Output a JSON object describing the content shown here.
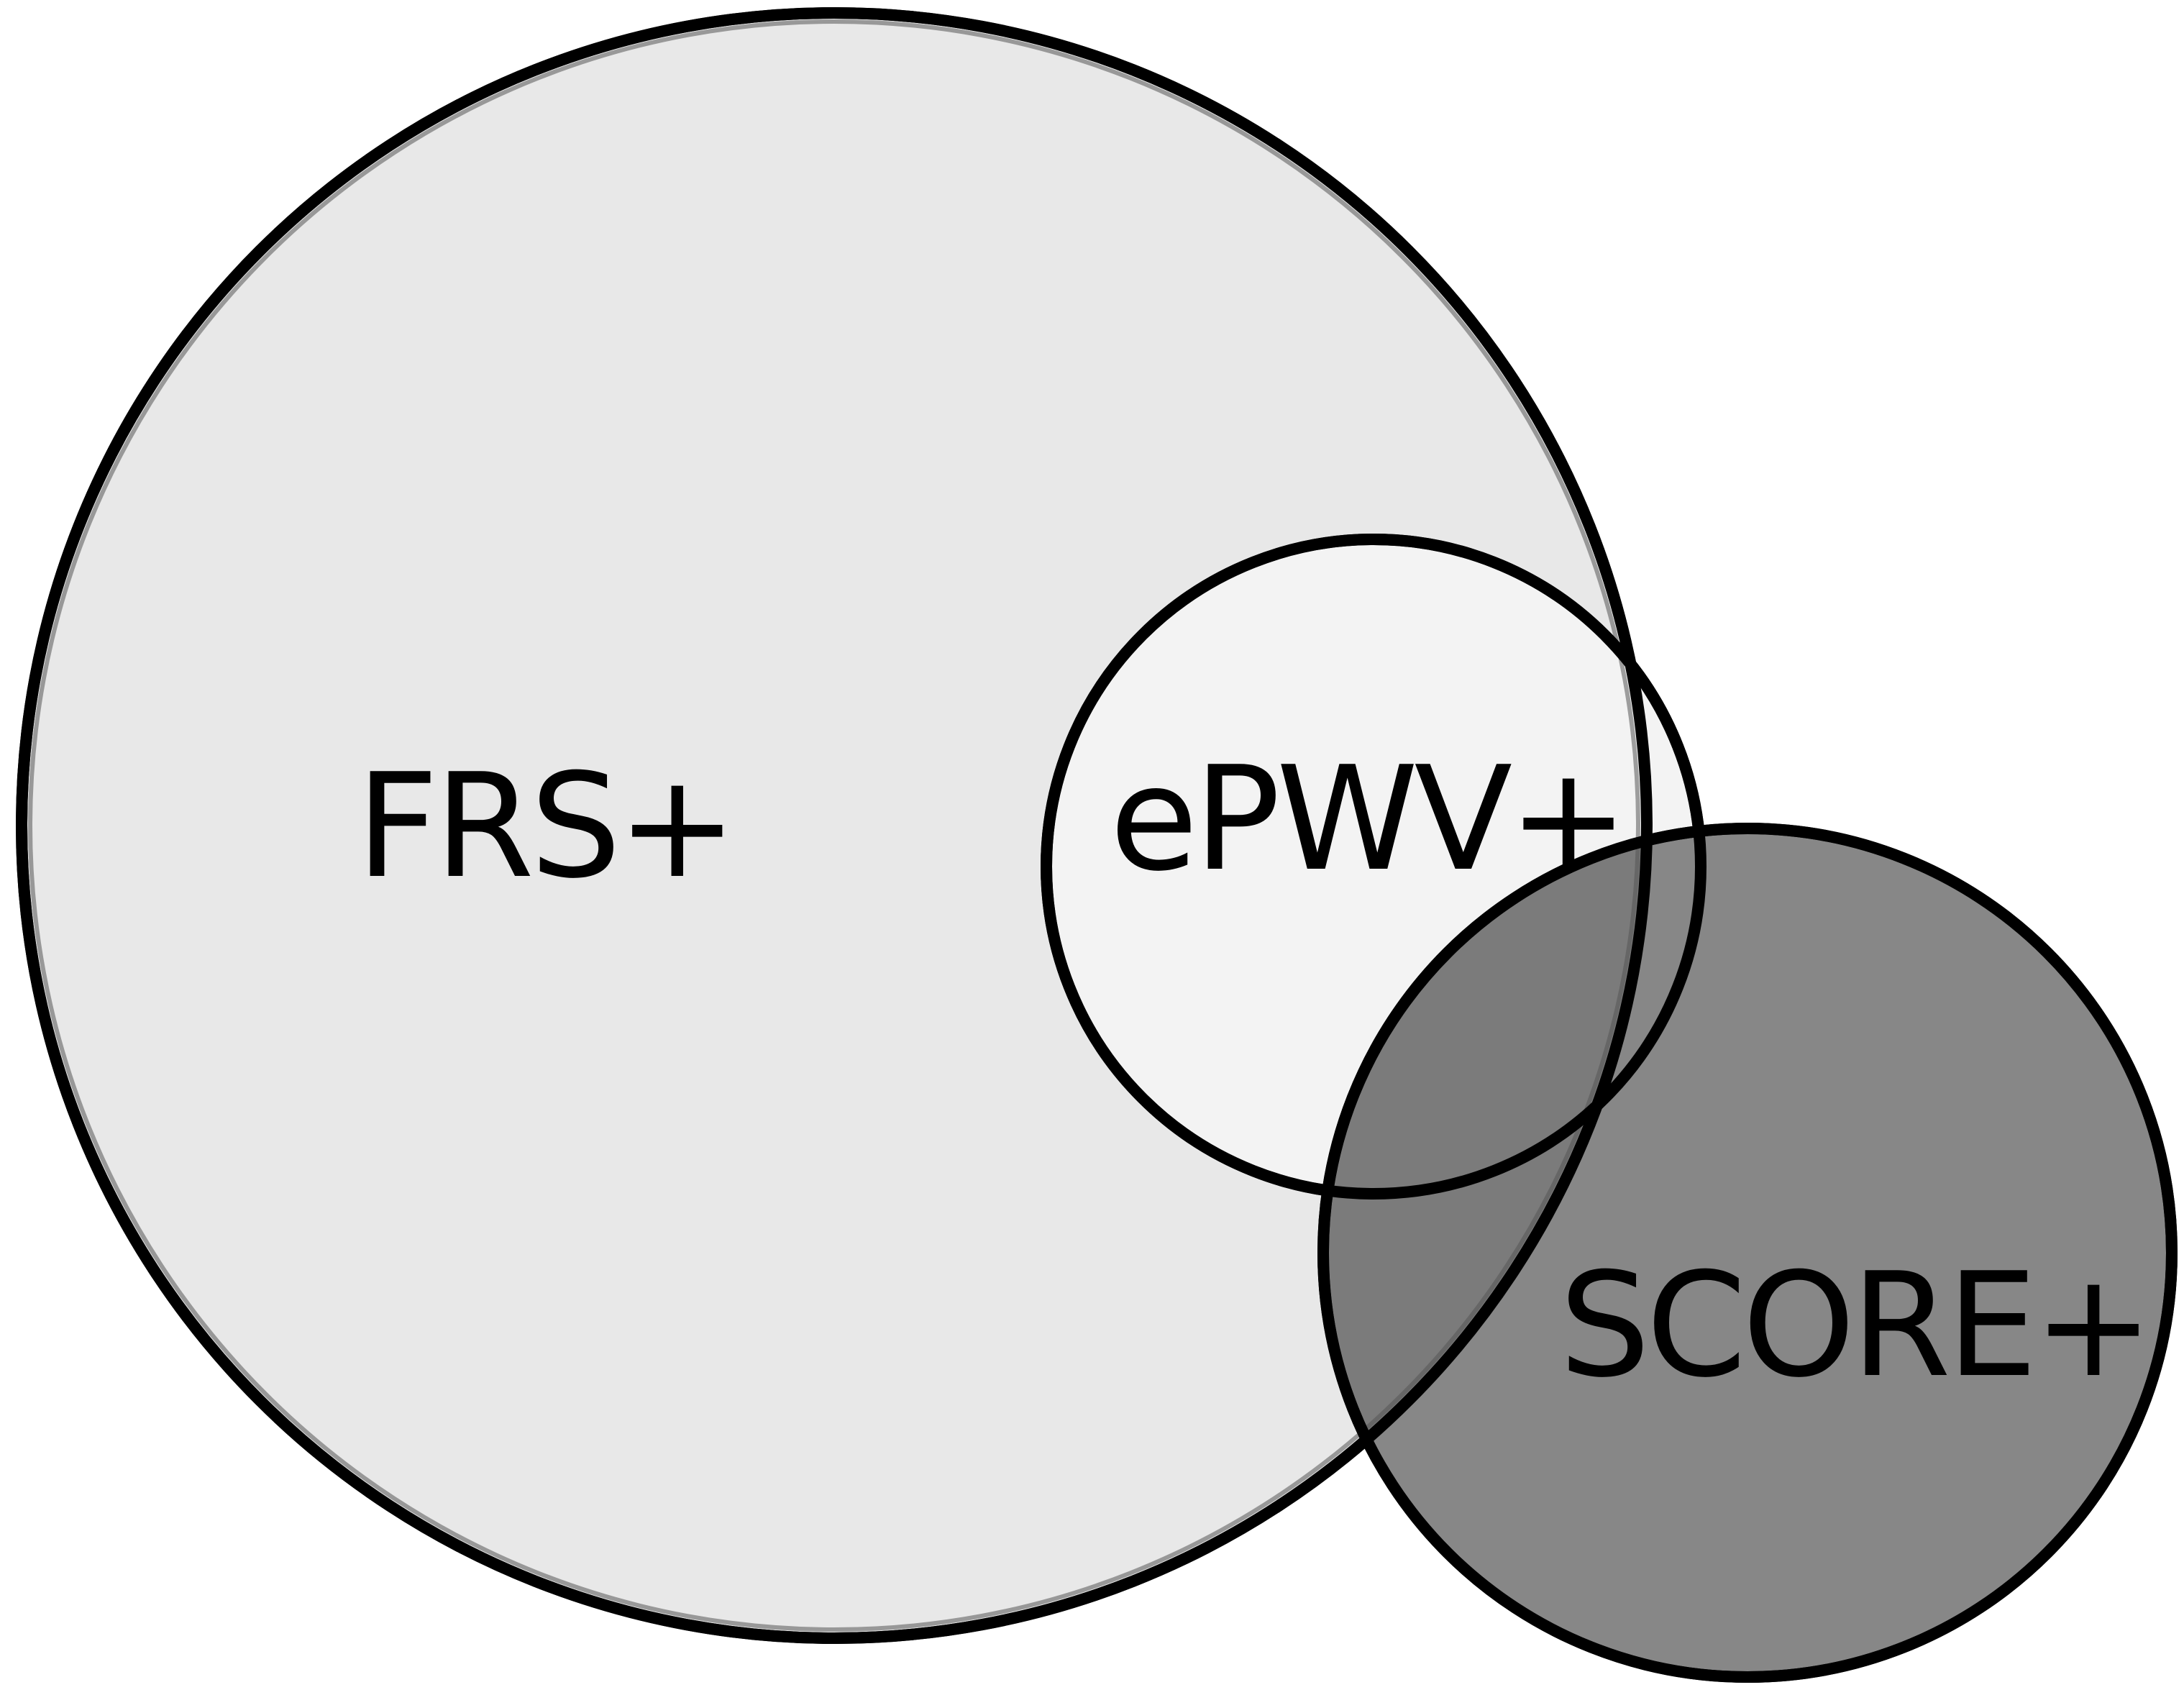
{
  "diagram": {
    "type": "venn",
    "sets": [
      {
        "id": "frs",
        "label": "FRS+",
        "fill": "#e8e8e8"
      },
      {
        "id": "epwv",
        "label": "ePWV+",
        "fill": "#f3f3f3"
      },
      {
        "id": "score",
        "label": "SCORE+",
        "fill": "#878787"
      }
    ],
    "outline_color": "#000000",
    "overlap_fill": "#7b7b7b"
  }
}
